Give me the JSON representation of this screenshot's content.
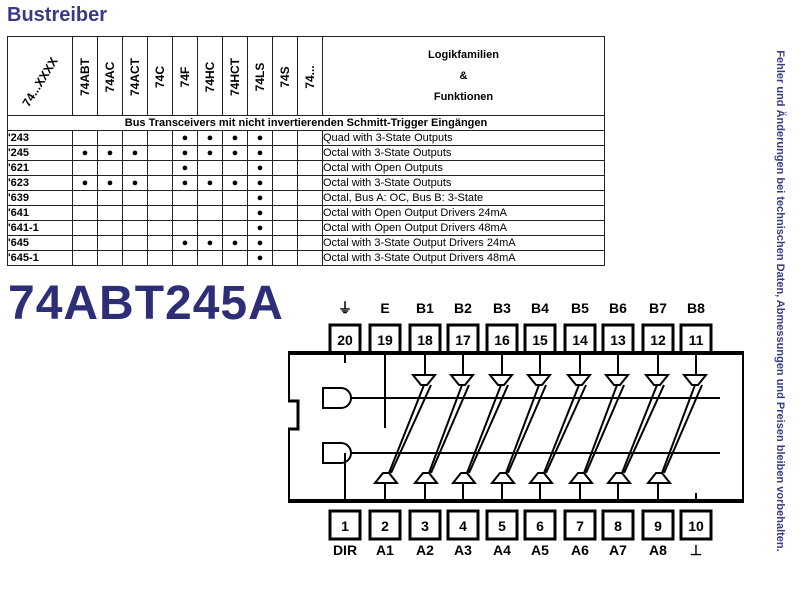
{
  "title": "Bustreiber",
  "side_note": "Fehler und Änderungen bei technischen Daten, Abmessungen und Preisen bleiben vorbehalten.",
  "part_title": "74ABT245A",
  "table": {
    "corner_label": "74...XXXX",
    "columns": [
      "74ABT",
      "74AC",
      "74ACT",
      "74C",
      "74F",
      "74HC",
      "74HCT",
      "74LS",
      "74S",
      "74..."
    ],
    "function_header": [
      "Logikfamilien",
      "&",
      "Funktionen"
    ],
    "section": "Bus Transceivers mit nicht invertierenden Schmitt-Trigger Eingängen",
    "dot": "●",
    "rows": [
      {
        "part": "'243",
        "dots": [
          false,
          false,
          false,
          false,
          true,
          true,
          true,
          true,
          false,
          false
        ],
        "function": "Quad with 3-State Outputs"
      },
      {
        "part": "'245",
        "dots": [
          true,
          true,
          true,
          false,
          true,
          true,
          true,
          true,
          false,
          false
        ],
        "function": "Octal with 3-State Outputs"
      },
      {
        "part": "'621",
        "dots": [
          false,
          false,
          false,
          false,
          true,
          false,
          false,
          true,
          false,
          false
        ],
        "function": "Octal with Open Outputs"
      },
      {
        "part": "'623",
        "dots": [
          true,
          true,
          true,
          false,
          true,
          true,
          true,
          true,
          false,
          false
        ],
        "function": "Octal with 3-State Outputs"
      },
      {
        "part": "'639",
        "dots": [
          false,
          false,
          false,
          false,
          false,
          false,
          false,
          true,
          false,
          false
        ],
        "function": "Octal, Bus A: OC, Bus B: 3-State"
      },
      {
        "part": "'641",
        "dots": [
          false,
          false,
          false,
          false,
          false,
          false,
          false,
          true,
          false,
          false
        ],
        "function": "Octal with Open Output Drivers 24mA"
      },
      {
        "part": "'641-1",
        "dots": [
          false,
          false,
          false,
          false,
          false,
          false,
          false,
          true,
          false,
          false
        ],
        "function": "Octal with Open Output Drivers 48mA"
      },
      {
        "part": "'645",
        "dots": [
          false,
          false,
          false,
          false,
          true,
          true,
          true,
          true,
          false,
          false
        ],
        "function": "Octal with 3-State Output Drivers 24mA"
      },
      {
        "part": "'645-1",
        "dots": [
          false,
          false,
          false,
          false,
          false,
          false,
          false,
          true,
          false,
          false
        ],
        "function": "Octal with 3-State Output Drivers 48mA"
      }
    ]
  },
  "ic": {
    "top_pins": [
      {
        "number": "20",
        "label": "⏚"
      },
      {
        "number": "19",
        "label": "E"
      },
      {
        "number": "18",
        "label": "B1"
      },
      {
        "number": "17",
        "label": "B2"
      },
      {
        "number": "16",
        "label": "B3"
      },
      {
        "number": "15",
        "label": "B4"
      },
      {
        "number": "14",
        "label": "B5"
      },
      {
        "number": "13",
        "label": "B6"
      },
      {
        "number": "12",
        "label": "B7"
      },
      {
        "number": "11",
        "label": "B8"
      }
    ],
    "bottom_pins": [
      {
        "number": "1",
        "label": "DIR"
      },
      {
        "number": "2",
        "label": "A1"
      },
      {
        "number": "3",
        "label": "A2"
      },
      {
        "number": "4",
        "label": "A3"
      },
      {
        "number": "5",
        "label": "A4"
      },
      {
        "number": "6",
        "label": "A5"
      },
      {
        "number": "7",
        "label": "A6"
      },
      {
        "number": "8",
        "label": "A7"
      },
      {
        "number": "9",
        "label": "A8"
      },
      {
        "number": "10",
        "label": "⊥"
      }
    ]
  }
}
